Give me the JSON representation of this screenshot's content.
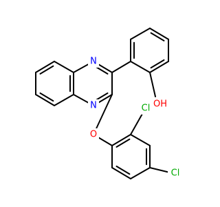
{
  "structure": {
    "atoms": {
      "N1": {
        "text": "N",
        "color": "#0000ff"
      },
      "N3": {
        "text": "N",
        "color": "#0000ff"
      },
      "O_ether": {
        "text": "O",
        "color": "#ff0000"
      },
      "O_hydroxyl": {
        "text": "OH",
        "color": "#ff0000"
      },
      "Cl_ortho": {
        "text": "Cl",
        "color": "#00aa00"
      },
      "Cl_para": {
        "text": "Cl",
        "color": "#00aa00"
      }
    },
    "bond_color": "#000000"
  }
}
